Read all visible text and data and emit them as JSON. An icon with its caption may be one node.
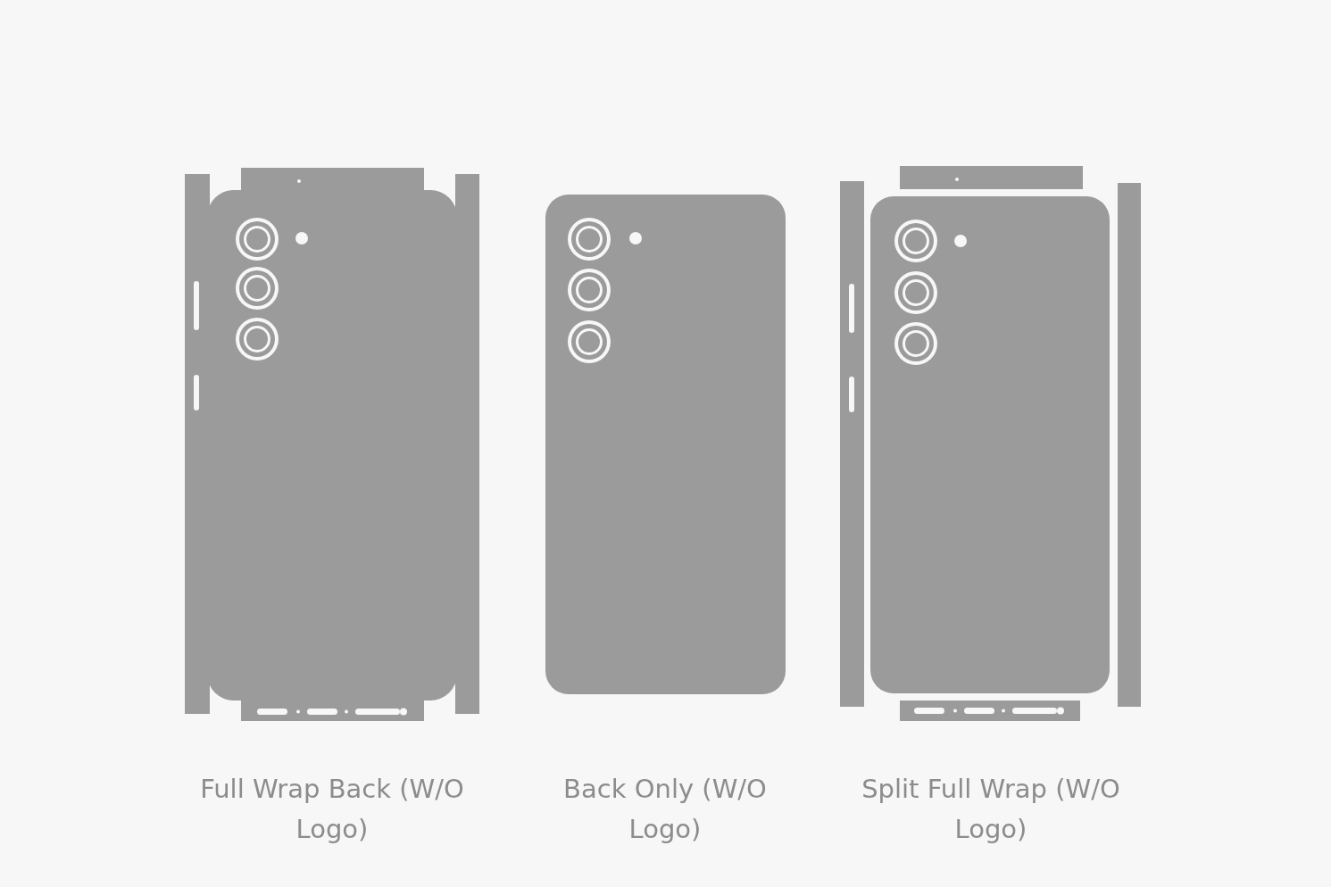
{
  "diagram": {
    "labels": [
      "Full Wrap Back (W/O Logo)",
      "Back Only (W/O Logo)",
      "Split Full Wrap (W/O Logo)"
    ]
  }
}
